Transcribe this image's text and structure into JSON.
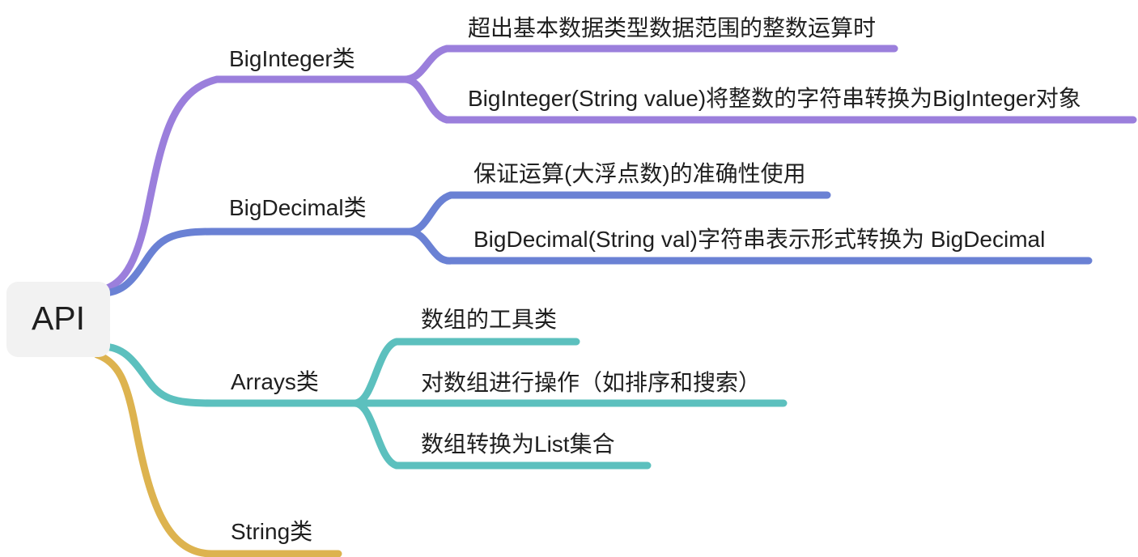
{
  "diagram": {
    "type": "mindmap",
    "root": {
      "label": "API",
      "box_color": "#f2f2f2",
      "text_color": "#1f1f1f"
    },
    "branches": [
      {
        "label": "BigInteger类",
        "color": "#9b7fdc",
        "children": [
          {
            "label": "超出基本数据类型数据范围的整数运算时"
          },
          {
            "label": "BigInteger(String value)将整数的字符串转换为BigInteger对象"
          }
        ]
      },
      {
        "label": "BigDecimal类",
        "color": "#6a81d4",
        "children": [
          {
            "label": "保证运算(大浮点数)的准确性使用"
          },
          {
            "label": "BigDecimal(String val)字符串表示形式转换为 BigDecimal"
          }
        ]
      },
      {
        "label": "Arrays类",
        "color": "#5cc0be",
        "children": [
          {
            "label": "数组的工具类"
          },
          {
            "label": "对数组进行操作（如排序和搜索）"
          },
          {
            "label": "数组转换为List集合"
          }
        ]
      },
      {
        "label": "String类",
        "color": "#ddb34f",
        "children": []
      }
    ]
  }
}
